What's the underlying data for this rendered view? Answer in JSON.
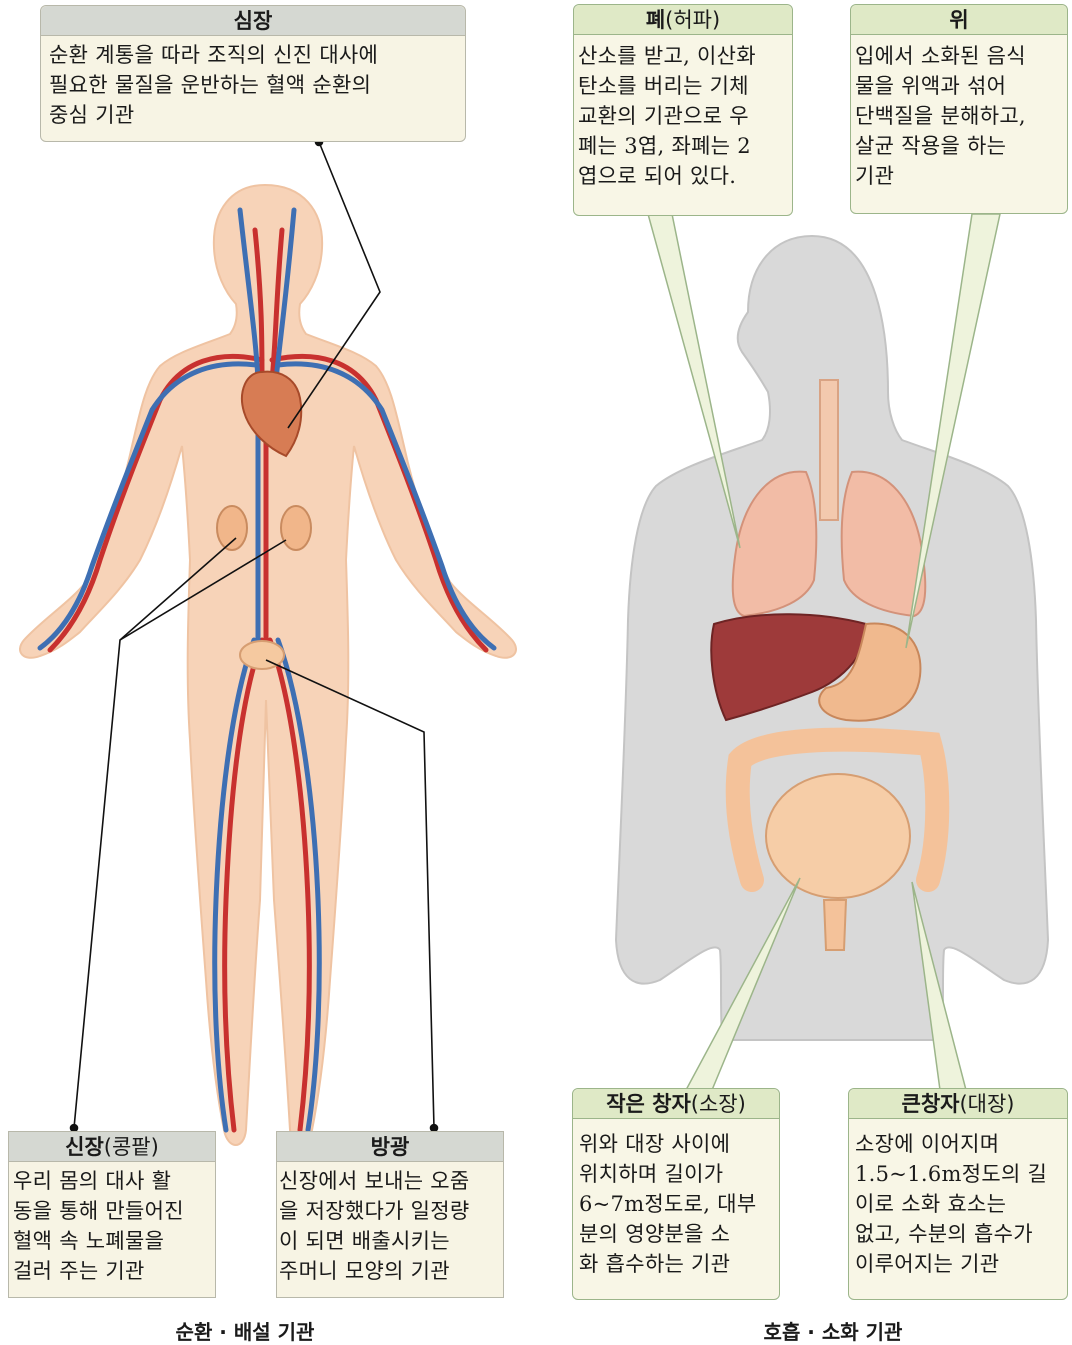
{
  "left": {
    "heart": {
      "title": "심장",
      "body": "순환 계통을 따라 조직의 신진 대사에\n필요한 물질을 운반하는 혈액 순환의\n중심 기관"
    },
    "kidney": {
      "title": "신장",
      "title_sub": "(콩팥)",
      "body": "우리 몸의 대사 활\n동을 통해 만들어진\n혈액 속 노폐물을\n걸러 주는 기관"
    },
    "bladder": {
      "title": "방광",
      "body": "신장에서 보내는 오줌\n을 저장했다가 일정량\n이 되면 배출시키는\n주머니 모양의 기관"
    },
    "caption": "순환 · 배설 기관"
  },
  "right": {
    "lung": {
      "title": "폐",
      "title_sub": "(허파)",
      "body": "산소를 받고, 이산화\n탄소를 버리는 기체\n교환의 기관으로 우\n폐는 3엽, 좌폐는 2\n엽으로 되어 있다."
    },
    "stomach": {
      "title": "위",
      "body": "입에서 소화된 음식\n물을 위액과 섞어\n단백질을 분해하고,\n살균 작용을 하는\n기관"
    },
    "small_intestine": {
      "title": "작은 창자",
      "title_sub": "(소장)",
      "body": "위와 대장 사이에\n위치하며 길이가\n6~7m정도로, 대부\n분의 영양분을 소\n화 흡수하는 기관"
    },
    "large_intestine": {
      "title": "큰창자",
      "title_sub": "(대장)",
      "body": "소장에 이어지며\n1.5~1.6m정도의 길\n이로 소화 효소는\n없고, 수분의 흡수가\n이루어지는 기관"
    },
    "caption": "호흡 · 소화 기관"
  },
  "colors": {
    "skin": "#f7d3b8",
    "artery": "#c8312f",
    "vein": "#3e6fb3",
    "torso_grey": "#d9d9d9",
    "lung": "#f2bca6",
    "liver": "#9e3a3a",
    "intestine": "#f4c29a",
    "callout_green": "#dfe9c6",
    "callout_grey": "#d5d8d2"
  }
}
